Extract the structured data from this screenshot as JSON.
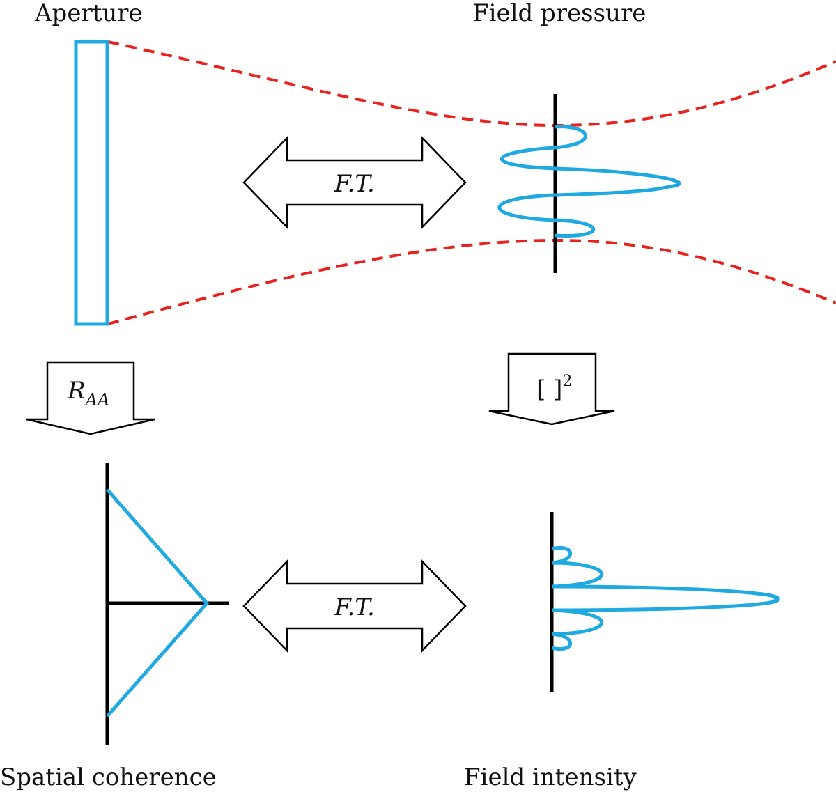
{
  "labels": {
    "aperture": "Aperture",
    "field_pressure": "Field pressure",
    "spatial_coherence": "Spatial coherence",
    "field_intensity": "Field intensity"
  },
  "operators": {
    "fourier_top": "F.T.",
    "fourier_bottom": "F.T.",
    "autocorrelation_base": "R",
    "autocorrelation_sub": "AA",
    "square_brackets": "[ ]",
    "square_exponent": "2"
  },
  "colors": {
    "curve": "#1fa9e1",
    "beam_envelope": "#e8201e",
    "axis": "#000000"
  }
}
